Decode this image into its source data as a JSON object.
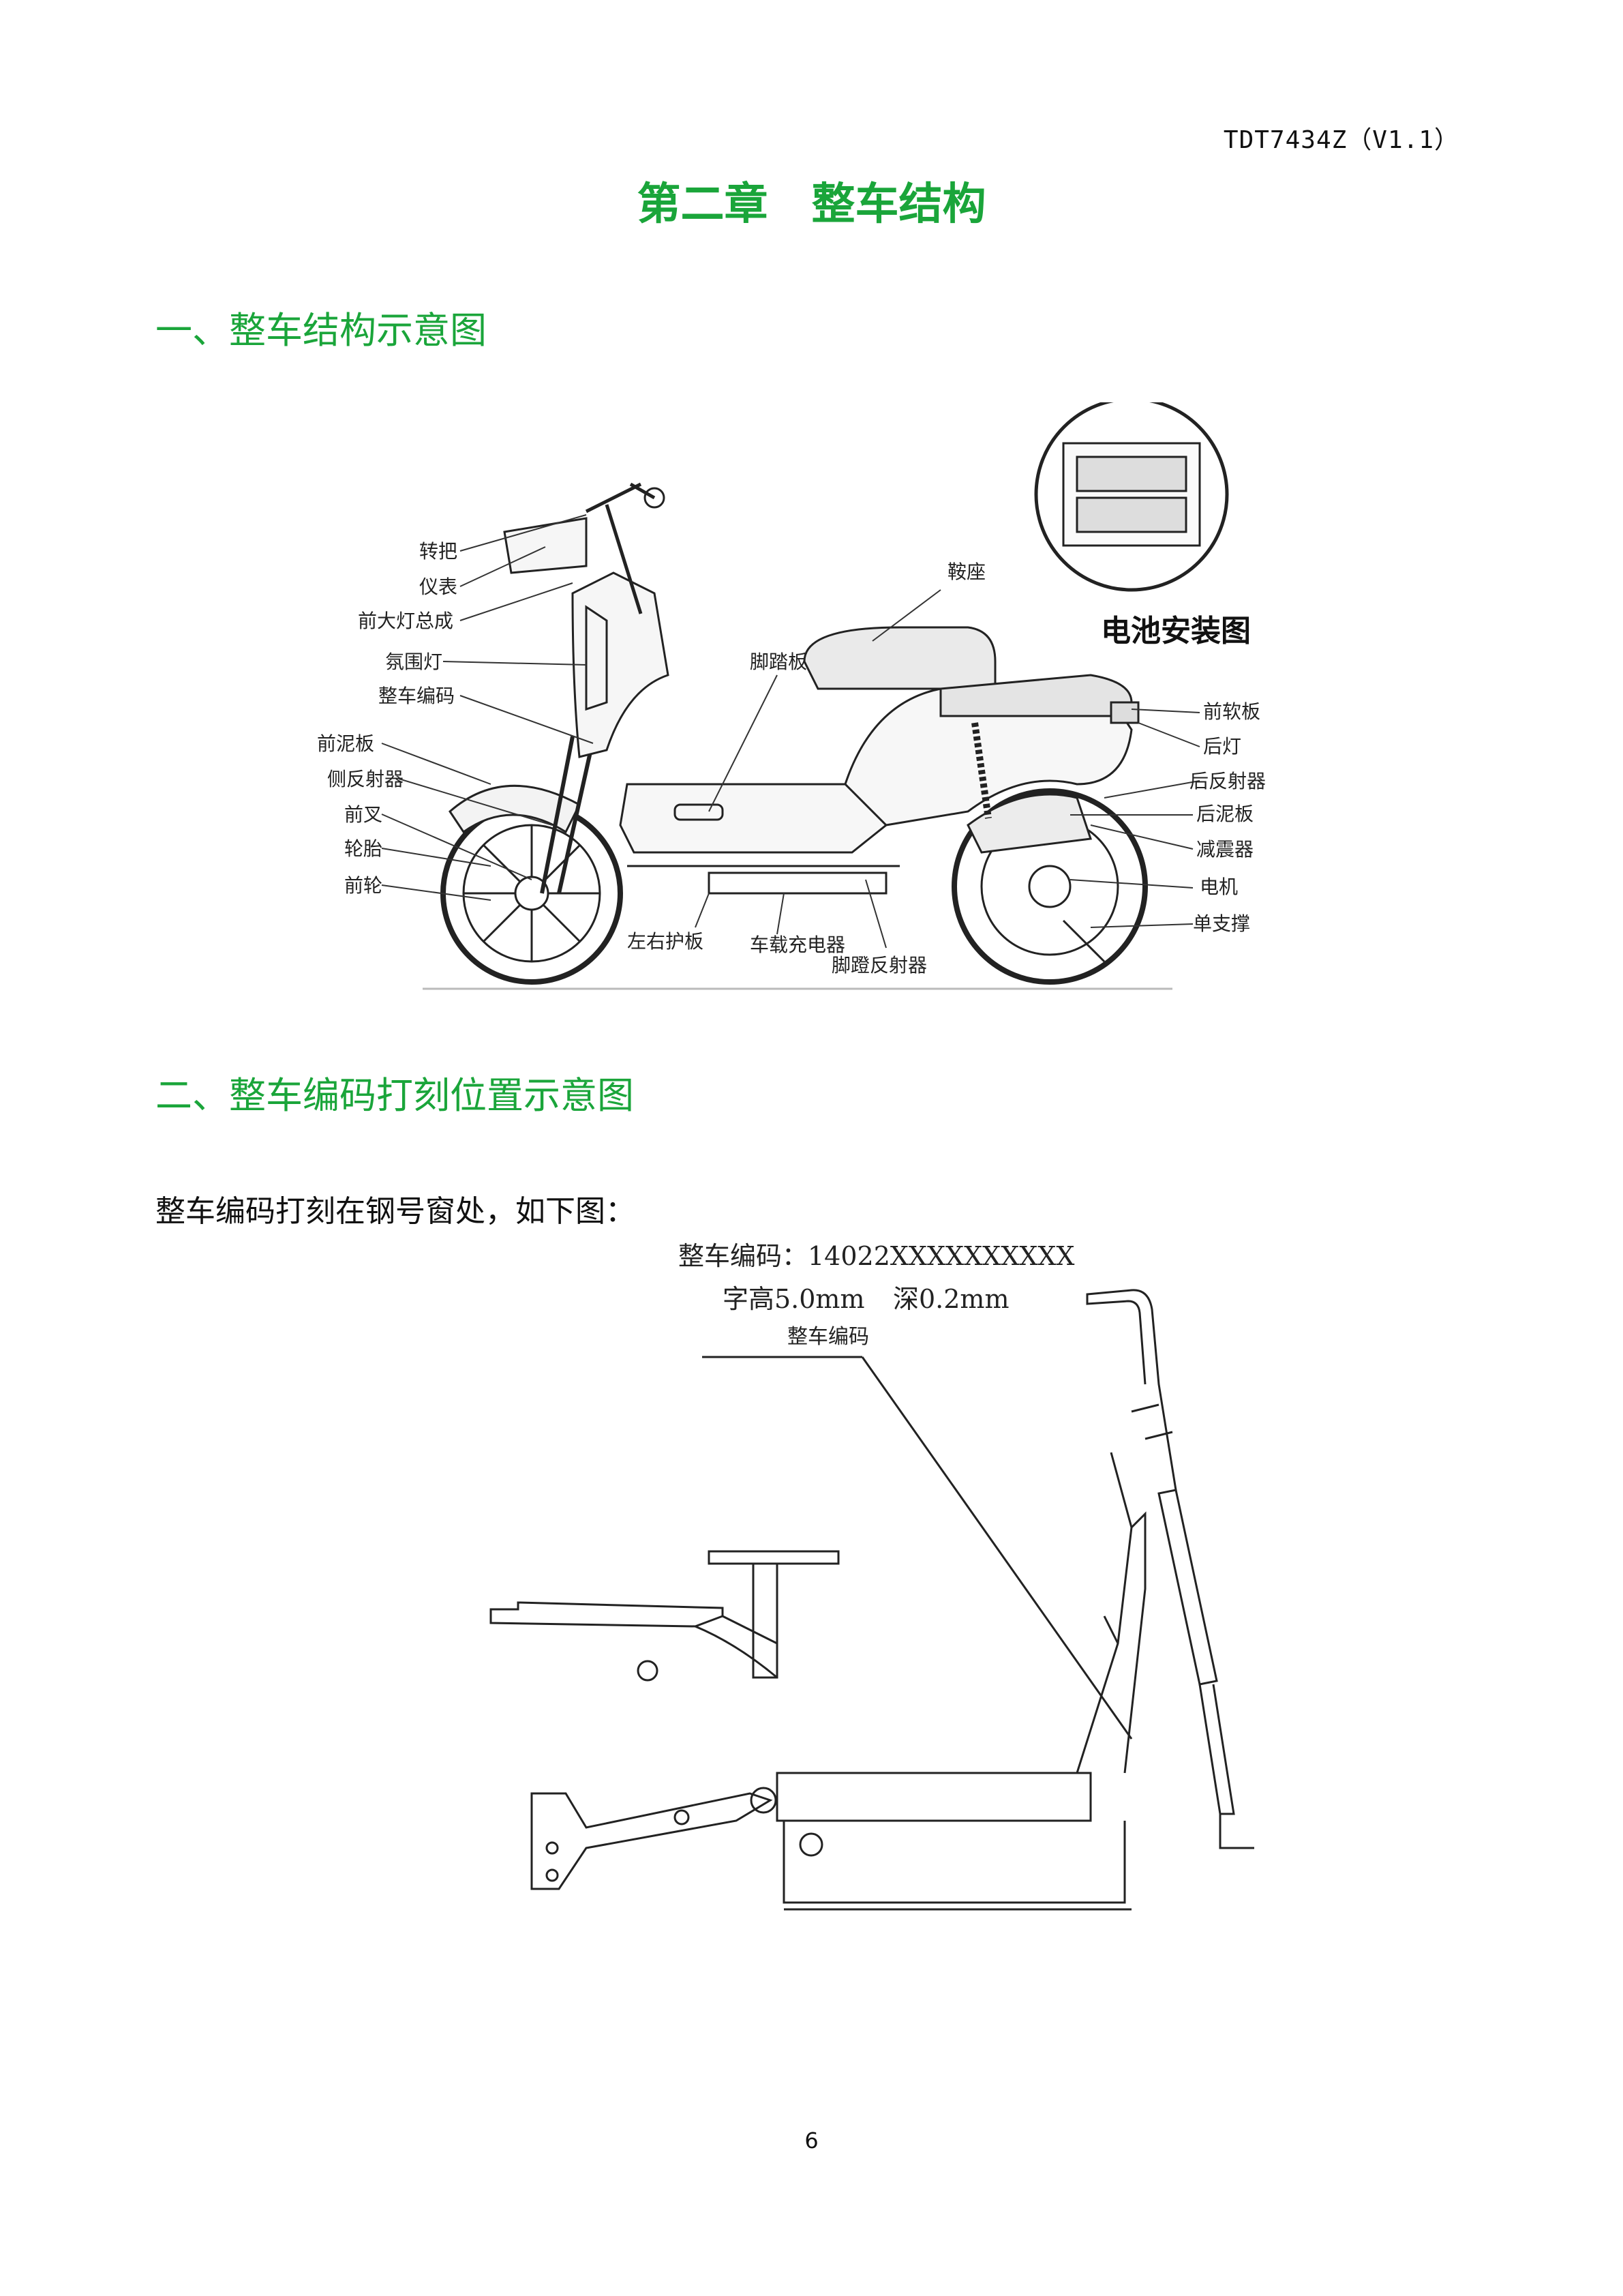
{
  "header": {
    "doc_code": "TDT7434Z（V1.1）"
  },
  "chapter_title": "第二章　整车结构",
  "section1": {
    "heading": "一、整车结构示意图",
    "figure": {
      "inset_title": "电池安装图",
      "labels_left": [
        "转把",
        "仪表",
        "前大灯总成",
        "氛围灯",
        "整车编码",
        "前泥板",
        "侧反射器",
        "前叉",
        "轮胎",
        "前轮"
      ],
      "labels_right": [
        "前软板",
        "后灯",
        "后反射器",
        "后泥板",
        "减震器",
        "电机",
        "单支撑"
      ],
      "labels_top": [
        "鞍座",
        "脚踏板"
      ],
      "labels_bottom": [
        "左右护板",
        "车载充电器",
        "脚蹬反射器"
      ]
    }
  },
  "section2": {
    "heading": "二、整车编码打刻位置示意图",
    "paragraph": "整车编码打刻在钢号窗处，如下图：",
    "figure": {
      "code_line": "整车编码：14022XXXXXXXXXX",
      "spec_height": "字高5.0mm",
      "spec_depth": "深0.2mm",
      "pointer_label": "整车编码"
    }
  },
  "footer": {
    "page_number": "6"
  }
}
